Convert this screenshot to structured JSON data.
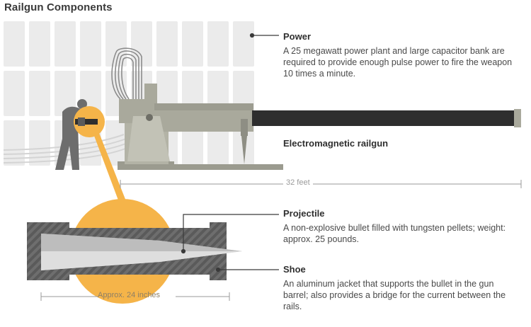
{
  "title": "Railgun Components",
  "labels": {
    "power": {
      "heading": "Power",
      "body": "A 25 megawatt power plant and large capacitor bank are required to provide enough pulse power to fire the weapon 10 times a minute."
    },
    "railgun": {
      "heading": "Electromagnetic railgun"
    },
    "projectile": {
      "heading": "Projectile",
      "body": "A non-explosive bullet filled with tungsten pellets; weight: approx. 25 pounds."
    },
    "shoe": {
      "heading": "Shoe",
      "body": "An aluminum jacket that supports the bullet in the gun barrel; also provides a bridge for the current between the rails."
    }
  },
  "dimensions": {
    "gun_length": "32 feet",
    "projectile_length": "Approx. 24 inches"
  },
  "colors": {
    "accent": "#f5b449",
    "gun_grey": "#a9a99c",
    "barrel_dark": "#2e2e2e",
    "panel_grey": "#e9e9e9"
  }
}
